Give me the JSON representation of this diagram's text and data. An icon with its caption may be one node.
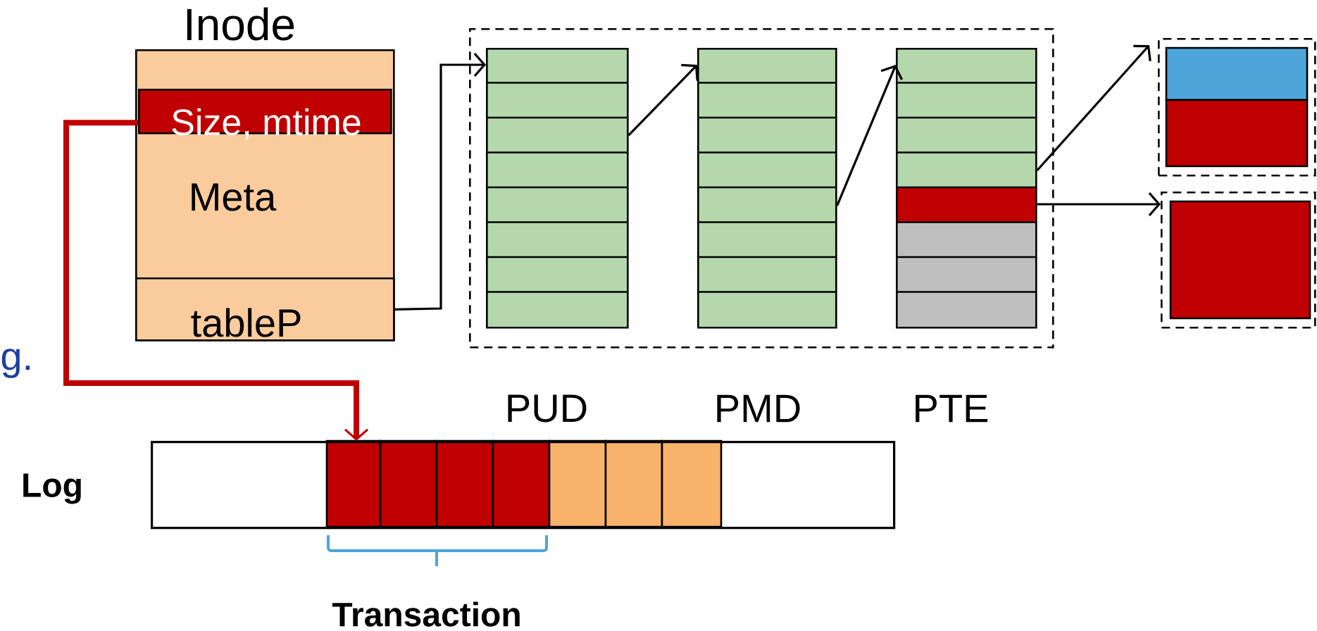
{
  "diagram": {
    "nodes": [
      {
        "text": [
          "Inode",
          "Meta"
        ]
      },
      {
        "text": [
          "Size, mtime"
        ],
        "in": 0
      },
      {
        "text": [
          "tableP"
        ],
        "in": 0
      },
      {
        "text": [],
        "shape": "box"
      },
      {
        "text": [],
        "shape": "box",
        "in": 3
      },
      {
        "text": [],
        "shape": "box",
        "in": 3
      },
      {
        "text": [],
        "shape": "box",
        "in": 3
      },
      {
        "text": [],
        "shape": "box"
      },
      {
        "text": [],
        "shape": "box"
      },
      {
        "text": [],
        "shape": "bar",
        "beside": [
          "Log"
        ]
      }
    ],
    "edges": [
      {
        "from": 2,
        "to": 4,
        "arrow": "to"
      },
      {
        "from": 4,
        "to": 5,
        "arrow": "to"
      },
      {
        "from": 5,
        "to": 6,
        "arrow": "to"
      },
      {
        "from": 6,
        "to": 7,
        "arrow": "to"
      },
      {
        "from": 6,
        "to": 8,
        "arrow": "to"
      },
      {
        "from": 1,
        "to": 9,
        "arrow": "to",
        "style": "thick",
        "color": "#c00000"
      }
    ],
    "labels": [
      "g.",
      "PUD",
      "PMD",
      "PTE",
      "Transaction"
    ]
  }
}
